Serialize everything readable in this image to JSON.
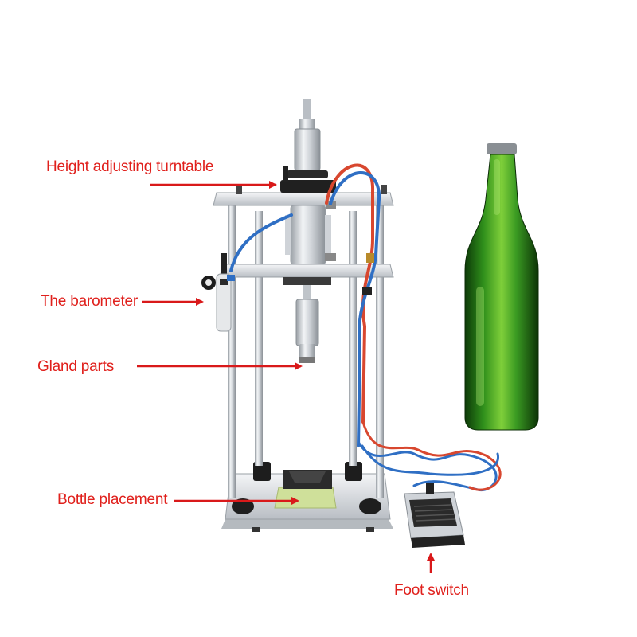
{
  "labels": {
    "height_adjusting_turntable": "Height adjusting turntable",
    "barometer": "The barometer",
    "gland_parts": "Gland parts",
    "bottle_placement": "Bottle placement",
    "foot_switch": "Foot switch"
  },
  "colors": {
    "label_text": "#e0201c",
    "arrow": "#d9191a",
    "frame_metal": "#d4d7db",
    "bottle_glass": "#2e8a1a",
    "blue_hose": "#2f6fc4",
    "red_hose": "#d8472f",
    "base_pad": "#cfe09a"
  },
  "icons": {
    "machine": "capping-machine-illustration",
    "bottle": "green-beer-bottle-illustration",
    "pedal": "foot-pedal-illustration"
  }
}
